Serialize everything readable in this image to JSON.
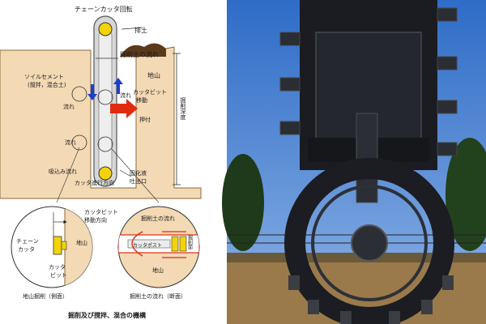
{
  "diagram": {
    "labels": {
      "chain_rotation": "チェーンカッタ回転",
      "discharge": "排土",
      "excavated_flow": "掘削土の流れ",
      "soil_cement": "ソイルセメント",
      "soil_cement_sub": "(撹拌，混合土)",
      "ground": "地山",
      "flow_left": "流れ",
      "flow_mid": "流れ",
      "flow_right": "流れ",
      "bit_move": "カッタビット",
      "bit_move2": "移動",
      "push": "押付",
      "vertical_depth": "掘削深度",
      "suction": "吸込み流れ",
      "hardener": "固化液",
      "hardener2": "吐出口",
      "cutter_direction": "カッタ進行方向",
      "bit_direction": "カッタビット",
      "bit_direction2": "移動方向",
      "chain_cutter": "チェーン",
      "chain_cutter2": "カッタ",
      "ground_inset1": "地山",
      "cutter_bit": "カッタ",
      "cutter_bit2": "ビット",
      "inset1_caption": "地山掘削（側面）",
      "inset2_flow": "掘削土の流れ",
      "cutter_post": "カッタポスト",
      "excavated_face": "掘削面",
      "ground_inset2": "地山",
      "inset2_caption": "掘削土の流れ（断面）",
      "main_caption": "掘削及び撹拌、混合の機構"
    },
    "colors": {
      "soil": "#f3d9b4",
      "ground_line": "#8a6a3a",
      "arrow_red": "#e02b10",
      "arrow_blue": "#1a3fd0",
      "sprocket": "#f4d20a",
      "bar": "#d7d7d7"
    }
  },
  "photo": {
    "alt_name": "trench-cutter-machine-photo"
  }
}
